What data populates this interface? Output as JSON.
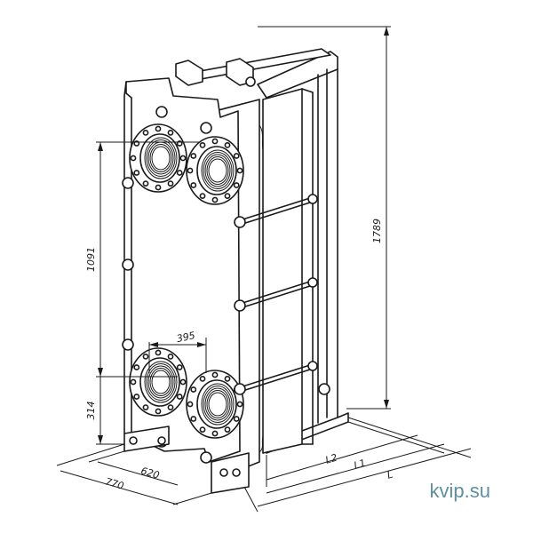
{
  "dimensions": {
    "height_total": "1789",
    "port_vertical": "1091",
    "port_horizontal": "395",
    "port_bottom": "314",
    "width_frame": "620",
    "width_total": "770",
    "length_l2": "L2",
    "length_l1": "L1",
    "length_l": "L"
  },
  "watermark": "kvip.su",
  "colors": {
    "line": "#1a1a1a",
    "watermark": "#5f8fa0"
  }
}
